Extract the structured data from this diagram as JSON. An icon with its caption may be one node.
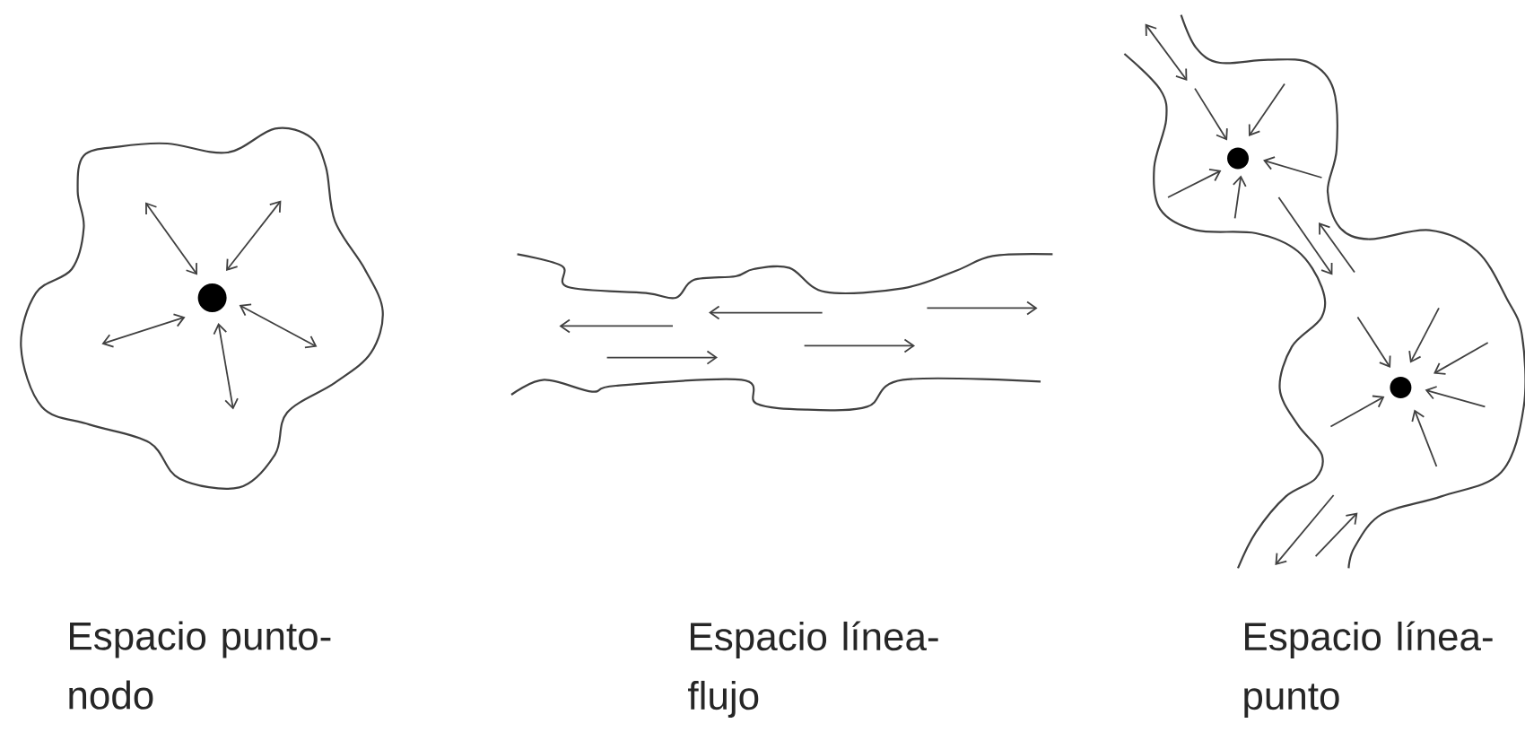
{
  "diagram": {
    "labels": [
      "Espacio punto-nodo",
      "Espacio línea-flujo",
      "Espacio línea-punto"
    ]
  }
}
